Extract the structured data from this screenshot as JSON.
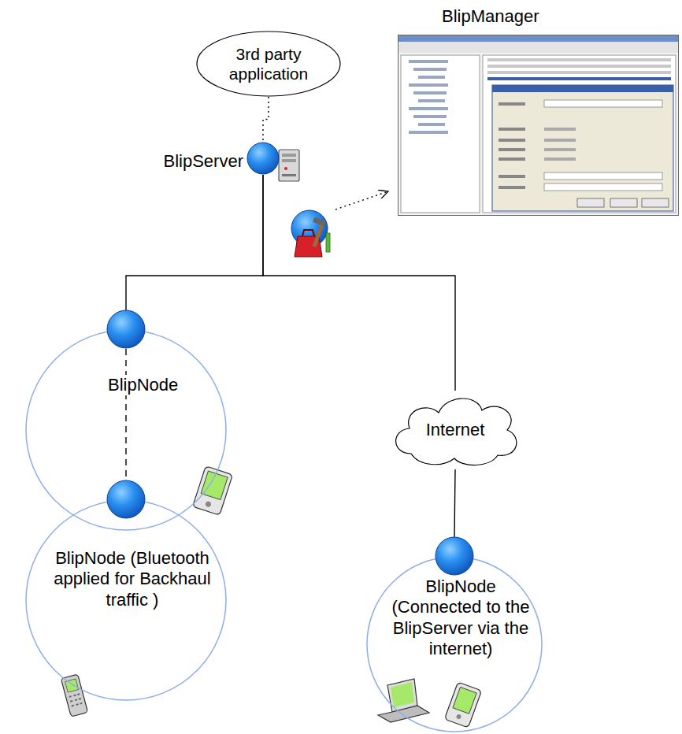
{
  "diagram": {
    "nodes": [
      {
        "text": [
          "BlipManager"
        ]
      },
      {
        "text": [
          "3rd party application"
        ]
      },
      {
        "text": [
          "BlipServer"
        ]
      },
      {
        "text": [
          "BlipNode"
        ]
      },
      {
        "text": [
          "Internet"
        ]
      },
      {
        "text": [
          "BlipNode (Bluetooth applied for Backhaul traffic )"
        ]
      },
      {
        "text": [
          "BlipNode (Connected to the BlipServer via the internet)"
        ]
      }
    ],
    "edges": [
      {
        "from": 1,
        "to": 2,
        "arrow": "none"
      },
      {
        "from": 2,
        "to": 3,
        "arrow": "none"
      },
      {
        "from": 2,
        "to": 4,
        "arrow": "none"
      },
      {
        "from": 4,
        "to": 6,
        "arrow": "none"
      },
      {
        "from": 3,
        "to": 5,
        "arrow": "none"
      }
    ]
  }
}
